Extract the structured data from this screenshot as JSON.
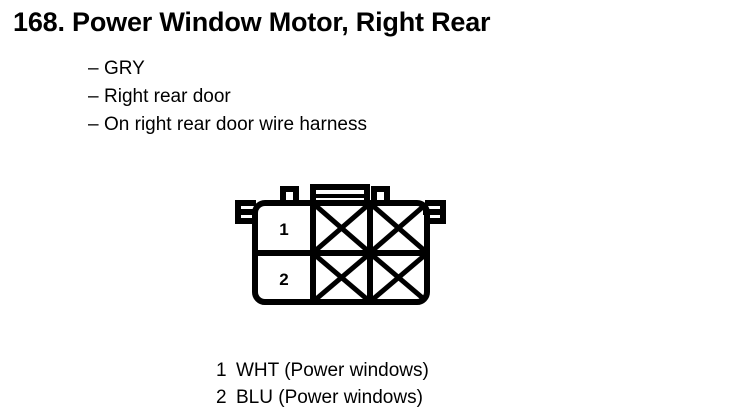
{
  "page": {
    "item_number": "168.",
    "title": "168. Power Window Motor, Right Rear",
    "component_name": "Power Window Motor, Right Rear",
    "background_color": "#ffffff",
    "ink_color": "#000000"
  },
  "attributes": {
    "dash": "–",
    "items": [
      {
        "dash": "–",
        "text": "GRY"
      },
      {
        "dash": "–",
        "text": "Right rear door"
      },
      {
        "dash": "–",
        "text": "On right rear door wire harness"
      }
    ]
  },
  "connector": {
    "label": "connector-pinout-diagram",
    "rows": 2,
    "columns": 3,
    "top_tabs": 3,
    "side_latches": 2,
    "cells": [
      {
        "row": 1,
        "column": 1,
        "pin": "1",
        "used": true
      },
      {
        "row": 1,
        "column": 2,
        "pin": "",
        "used": false
      },
      {
        "row": 1,
        "column": 3,
        "pin": "",
        "used": false
      },
      {
        "row": 2,
        "column": 1,
        "pin": "2",
        "used": true
      },
      {
        "row": 2,
        "column": 2,
        "pin": "",
        "used": false
      },
      {
        "row": 2,
        "column": 3,
        "pin": "",
        "used": false
      }
    ],
    "pin_1_label": "1",
    "pin_2_label": "2"
  },
  "legend": {
    "rows": [
      {
        "pin": "1",
        "description": "WHT (Power windows)",
        "wire_color_code": "WHT",
        "circuit": "Power windows"
      },
      {
        "pin": "2",
        "description": "BLU (Power windows)",
        "wire_color_code": "BLU",
        "circuit": "Power windows"
      }
    ]
  }
}
